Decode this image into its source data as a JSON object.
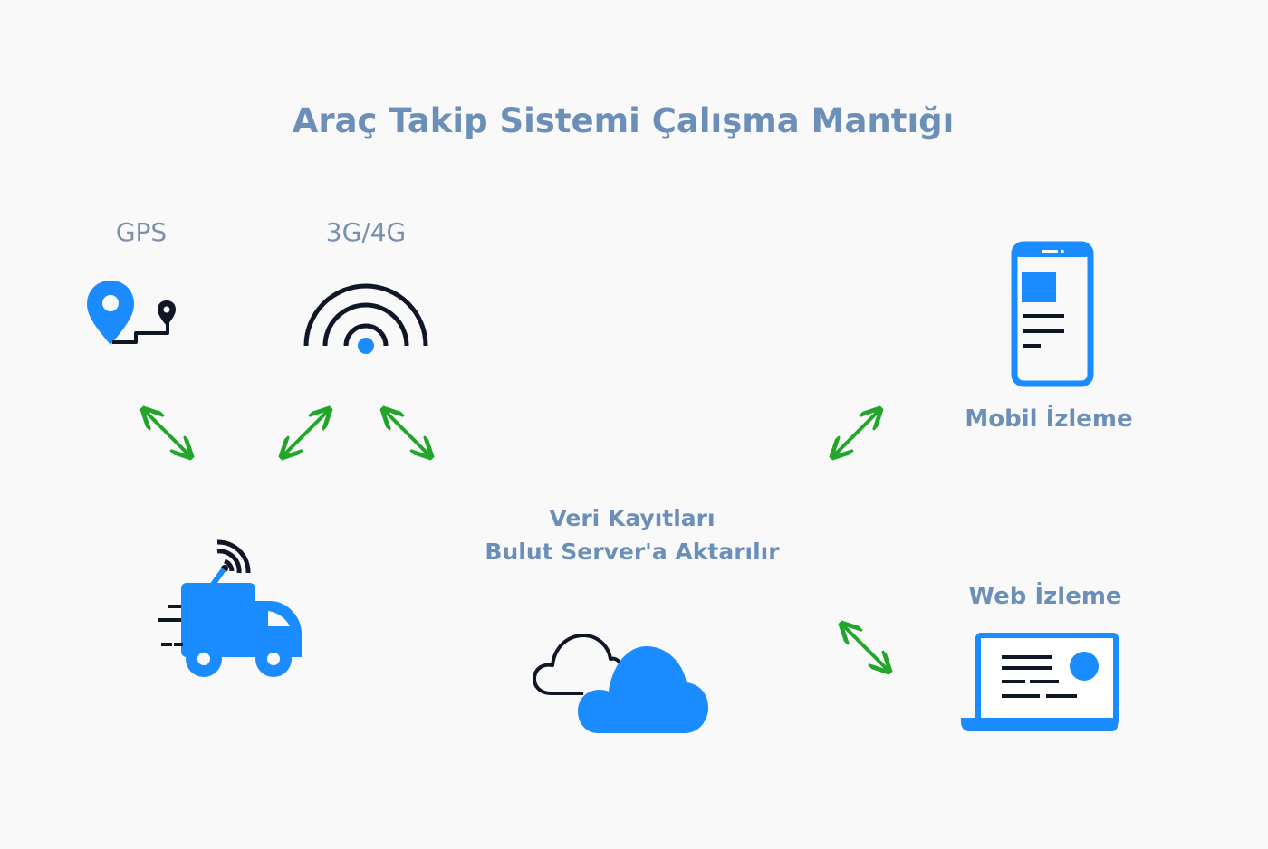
{
  "title": "Araç Takip Sistemi Çalışma Mantığı",
  "nodes": {
    "gps": {
      "label": "GPS",
      "icon": "map-pin-route-icon"
    },
    "network": {
      "label": "3G/4G",
      "icon": "wireless-signal-icon"
    },
    "vehicle": {
      "icon": "delivery-truck-icon"
    },
    "cloud": {
      "label_line1": "Veri Kayıtları",
      "label_line2": "Bulut Server'a Aktarılır",
      "icon": "cloud-icon"
    },
    "mobile": {
      "label": "Mobil İzleme",
      "icon": "smartphone-icon"
    },
    "web": {
      "label": "Web İzleme",
      "icon": "laptop-icon"
    }
  },
  "colors": {
    "title": "#6b8fb8",
    "label": "#7a90ac",
    "icon_blue": "#1a8cff",
    "icon_dark": "#0f1626",
    "arrow_green": "#22a52b",
    "background": "#f9f9f9"
  }
}
